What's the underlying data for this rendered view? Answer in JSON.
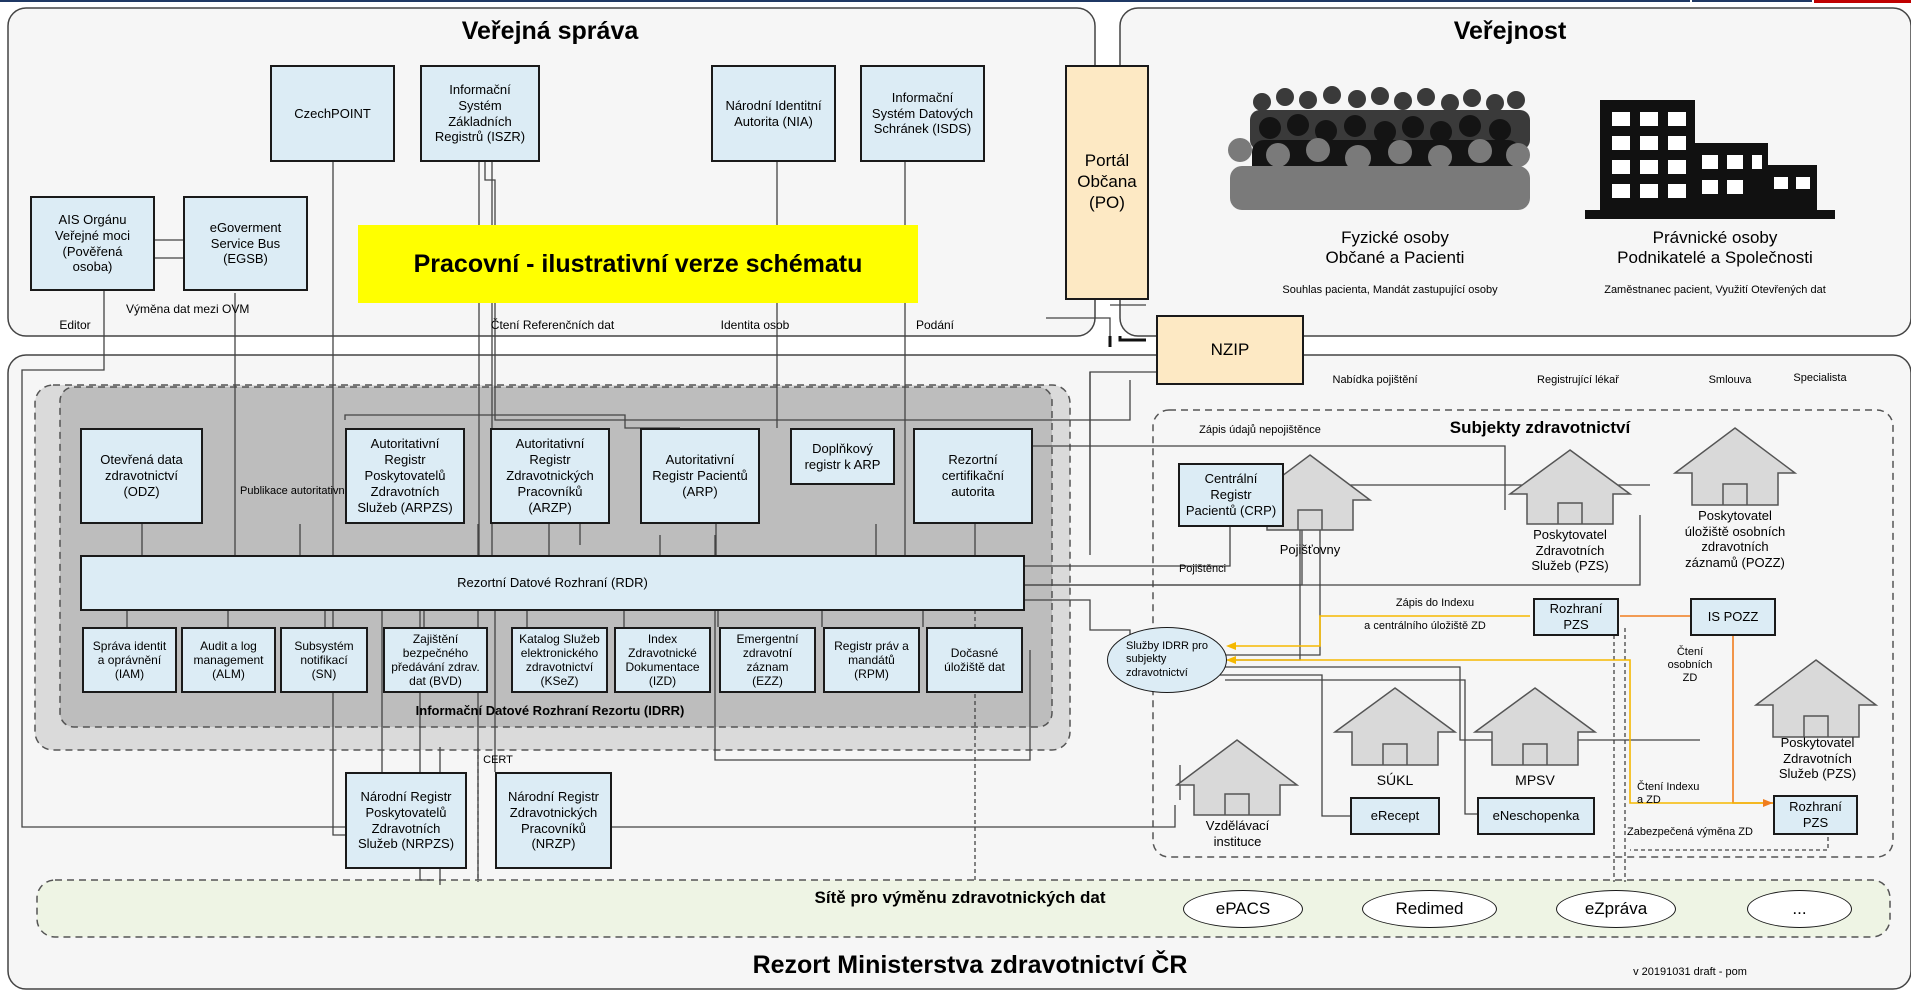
{
  "sections": {
    "public_admin": "Veřejná správa",
    "public": "Veřejnost",
    "ministry": "Rezort Ministerstva zdravotnictví ČR",
    "version": "v 20191031 draft - pom"
  },
  "banner": "Pracovní - ilustrativní verze schématu",
  "public_admin": {
    "czechpoint": "CzechPOINT",
    "iszr": "Informační\nSystém\nZákladních\nRegistrů (ISZR)",
    "nia": "Národní Identitní\nAutorita (NIA)",
    "isds": "Informační\nSystém Datových\nSchránek (ISDS)",
    "ais": "AIS Orgánu\nVeřejné moci\n(Pověřená\nosoba)",
    "egsb": "eGoverment\nService Bus\n(EGSB)",
    "portal": "Portál\nObčana\n(PO)",
    "nzip": "NZIP"
  },
  "public": {
    "persons_title": "Fyzické osoby\nObčané a Pacienti",
    "persons_note": "Souhlas pacienta, Mandát zastupující osoby",
    "legal_title": "Právnické osoby\nPodnikatelé a Společnosti",
    "legal_note": "Zaměstnanec pacient, Využití Otevřených dat"
  },
  "labels": {
    "editor": "Editor",
    "exchange_ovm": "Výměna dat\nmezi OVM",
    "reading_ref": "Čtení Referenčních dat",
    "identity": "Identita osob",
    "filing": "Podání",
    "publication": "Publikace\nautoritativních\ndat",
    "insurance_offer": "Nabídka pojištění",
    "registering_doctor": "Registrující lékař",
    "contract": "Smlouva",
    "specialist": "Specialista",
    "uninsured": "Zápis údajů nepojištěnce",
    "insured": "Pojištěnci",
    "index_write_1": "Zápis do Indexu",
    "index_write_2": "a centrálního úložiště ZD",
    "records_read": "Čtení\nosobních\nZD",
    "index_read": "Čtení Indexu\na ZD",
    "secure_exchange": "Zabezpečená výměna ZD",
    "cert": "CERT"
  },
  "idrr": {
    "title": "Informační Datové Rozhraní Rezortu (IDRR)",
    "odz": "Otevřená data\nzdravotnictví\n(ODZ)",
    "arpzs": "Autoritativní\nRegistr\nPoskytovatelů\nZdravotních\nSlužeb (ARPZS)",
    "arzp": "Autoritativní\nRegistr\nZdravotnických\nPracovníků\n(ARZP)",
    "arp": "Autoritativní\nRegistr Pacientů\n(ARP)",
    "arp_extra": "Doplňkový\nregistr k ARP",
    "rca": "Rezortní\ncertifikační\nautorita",
    "rdr": "Rezortní Datové Rozhraní (RDR)",
    "modules": [
      "Správa identit\na oprávnění\n(IAM)",
      "Audit a log\nmanagement\n(ALM)",
      "Subsystém\nnotifikací\n(SN)",
      "Zajištění\nbezpečného\npředávání zdrav.\ndat (BVD)",
      "Katalog Služeb\nelektronického\nzdravotnictví\n(KSeZ)",
      "Index\nZdravotnické\nDokumentace\n(IZD)",
      "Emergentní\nzdravotní\nzáznam\n(EZZ)",
      "Registr práv a\nmandátů\n(RPM)",
      "Dočasné\núložiště dat"
    ]
  },
  "national": {
    "nrpzs": "Národní Registr\nPoskytovatelů\nZdravotních\nSlužeb (NRPZS)",
    "nrzp": "Národní Registr\nZdravotnických\nPracovníků\n(NRZP)"
  },
  "subjects": {
    "title": "Subjekty zdravotnictví",
    "crp": "Centrální\nRegistr\nPacientů (CRP)",
    "insurers": "Pojišťovny",
    "pzs": "Poskytovatel\nZdravotních\nSlužeb (PZS)",
    "pozz": "Poskytovatel\núložiště osobních\nzdravotních\nzáznamů (POZZ)",
    "interface_pzs": "Rozhraní\nPZS",
    "is_pozz": "IS POZZ",
    "idrr_services": "Služby IDRR pro\nsubjekty\nzdravotnictví",
    "sukl": "SÚKL",
    "mpsv": "MPSV",
    "erecept": "eRecept",
    "eneschopenka": "eNeschopenka",
    "edu": "Vzdělávací\ninstituce",
    "pzs2": "Poskytovatel\nZdravotních\nSlužeb (PZS)",
    "interface_pzs2": "Rozhraní\nPZS"
  },
  "networks": {
    "title": "Sítě pro výměnu zdravotnických dat",
    "items": [
      "ePACS",
      "Redimed",
      "eZpráva",
      "..."
    ]
  },
  "colors": {
    "box_fill": "#dcecf5",
    "orange_box": "#fde9c4",
    "banner": "#ffff00",
    "idrr_fill": "#c8c8c8",
    "network_fill": "#eef4e4",
    "index_line": "#f5b800",
    "pozz_line": "#f07d1e"
  }
}
